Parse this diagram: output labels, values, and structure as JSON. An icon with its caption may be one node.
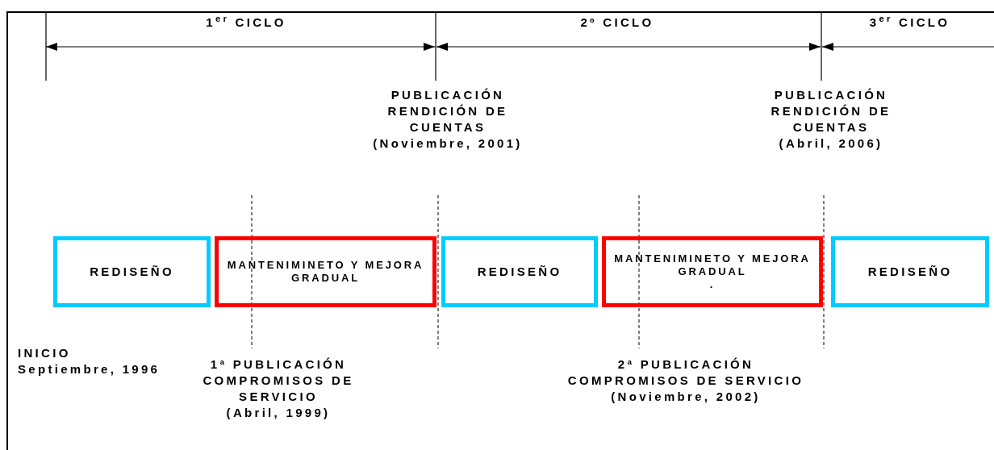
{
  "diagram": {
    "nodes": [
      {
        "text": [
          "REDISEÑO"
        ]
      },
      {
        "text": [
          "MANTENIMINETO Y MEJORA GRADUAL"
        ]
      },
      {
        "text": [
          "REDISEÑO"
        ]
      },
      {
        "text": [
          "MANTENIMINETO Y MEJORA GRADUAL",
          "."
        ]
      },
      {
        "text": [
          "REDISEÑO"
        ]
      }
    ],
    "labels": [
      "1$^{er}$ CICLO",
      "2º CICLO",
      "3$^{er}$ CICLO",
      "PUBLICACIÓN RENDICIÓN DE CUENTAS",
      "(Noviembre, 2001)",
      "PUBLICACIÓN RENDICIÓN DE CUENTAS",
      "(Abril, 2006)",
      "INICIO",
      "Septiembre, 1996",
      "1ª PUBLICACIÓN COMPROMISOS DE SERVICIO",
      "(Abril, 1999)",
      "2ª PUBLICACIÓN COMPROMISOS DE SERVICIO",
      "(Noviembre, 2002)"
    ]
  }
}
